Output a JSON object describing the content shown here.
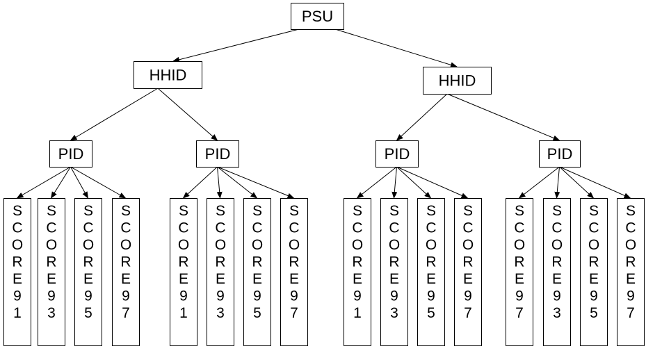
{
  "tree": {
    "root": {
      "label": "PSU",
      "children": [
        {
          "label": "HHID",
          "children": [
            {
              "label": "PID",
              "scores": [
                "SCORE91",
                "SCORE93",
                "SCORE95",
                "SCORE97"
              ]
            },
            {
              "label": "PID",
              "scores": [
                "SCORE91",
                "SCORE93",
                "SCORE95",
                "SCORE97"
              ]
            }
          ]
        },
        {
          "label": "HHID",
          "children": [
            {
              "label": "PID",
              "scores": [
                "SCORE91",
                "SCORE93",
                "SCORE95",
                "SCORE97"
              ]
            },
            {
              "label": "PID",
              "scores": [
                "SCORE97",
                "SCORE93",
                "SCORE95",
                "SCORE97"
              ]
            }
          ]
        }
      ]
    }
  },
  "colors": {
    "stroke": "#000000",
    "fill": "#ffffff",
    "text": "#000000"
  }
}
